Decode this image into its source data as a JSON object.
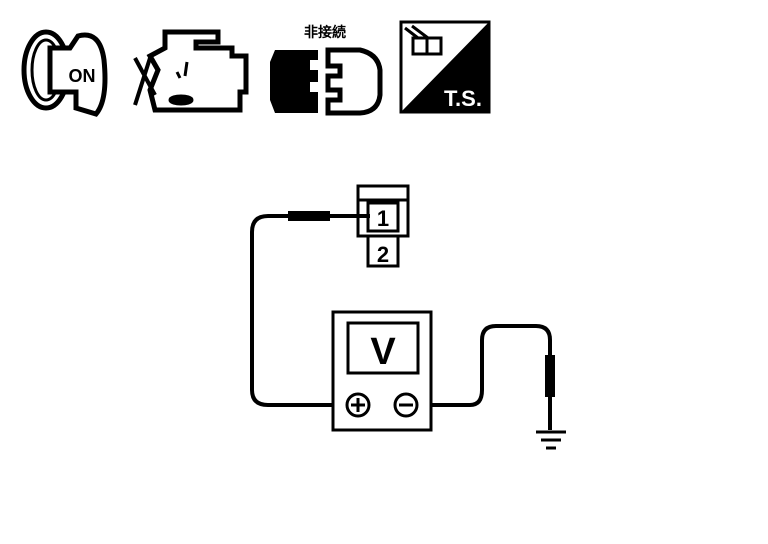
{
  "icons": {
    "ignition": {
      "label": "ON"
    },
    "engine": {},
    "connector": {
      "label": "非接続"
    },
    "ts": {
      "label": "T.S."
    }
  },
  "connector_terminals": [
    "1",
    "2"
  ],
  "voltmeter": {
    "label": "V",
    "plus": "+",
    "minus": "−"
  }
}
